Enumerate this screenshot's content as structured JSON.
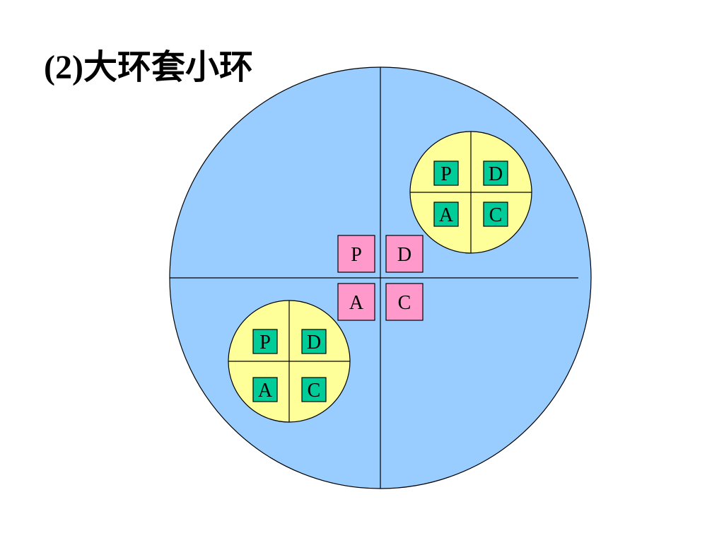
{
  "title": "(2)大环套小环",
  "colors": {
    "big_circle": "#99ccff",
    "small_circle": "#ffff99",
    "center_box": "#ff99cc",
    "small_box": "#00cc99",
    "stroke": "#000000"
  },
  "center_cycle": {
    "labels": [
      "P",
      "D",
      "A",
      "C"
    ]
  },
  "small_cycles": [
    {
      "labels": [
        "P",
        "D",
        "A",
        "C"
      ]
    },
    {
      "labels": [
        "P",
        "D",
        "A",
        "C"
      ]
    }
  ]
}
